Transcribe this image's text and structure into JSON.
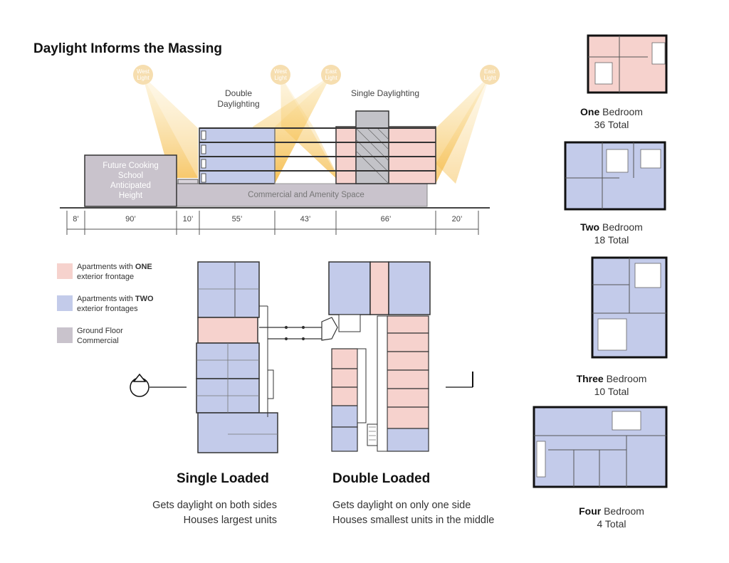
{
  "title": "Daylight Informs the Massing",
  "section": {
    "suns": [
      {
        "id": "west-1",
        "line1": "West",
        "line2": "Light"
      },
      {
        "id": "west-2",
        "line1": "West",
        "line2": "Light"
      },
      {
        "id": "east-1",
        "line1": "East",
        "line2": "Light"
      },
      {
        "id": "east-2",
        "line1": "East",
        "line2": "Light"
      }
    ],
    "double_label_1": "Double",
    "double_label_2": "Daylighting",
    "single_label": "Single Daylighting",
    "cooking_lines": [
      "Future Cooking",
      "School",
      "Anticipated",
      "Height"
    ],
    "commercial_label": "Commercial and Amenity Space",
    "dimensions": [
      "8’",
      "90’",
      "10’",
      "55’",
      "43’",
      "66’",
      "20’"
    ]
  },
  "legend": [
    {
      "pre": "Apartments with ",
      "bold": "ONE",
      "post": "exterior frontage",
      "color": "#f6d2cd"
    },
    {
      "pre": "Apartments with ",
      "bold": "TWO",
      "post": "exterior frontages",
      "color": "#c3cbea"
    },
    {
      "pre": "Ground Floor",
      "bold": "",
      "post": "Commercial",
      "color": "#c9c3cc"
    }
  ],
  "plans": {
    "single_title": "Single Loaded",
    "single_desc_1": "Gets daylight on both sides",
    "single_desc_2": "Houses largest units",
    "double_title": "Double Loaded",
    "double_desc_1": "Gets daylight on only one side",
    "double_desc_2": "Houses smallest units in the middle"
  },
  "units": [
    {
      "bold": "One",
      "rest": " Bedroom",
      "total": "36 Total"
    },
    {
      "bold": "Two",
      "rest": " Bedroom",
      "total": "18 Total"
    },
    {
      "bold": "Three",
      "rest": " Bedroom",
      "total": "10 Total"
    },
    {
      "bold": "Four",
      "rest": " Bedroom",
      "total": "4 Total"
    }
  ],
  "colors": {
    "one_frontage": "#f6d2cd",
    "two_frontage": "#c3cbea",
    "commercial": "#c9c3cc",
    "light": "#f4b63c"
  }
}
